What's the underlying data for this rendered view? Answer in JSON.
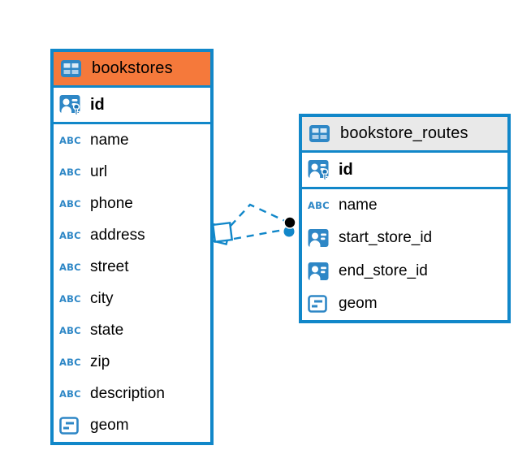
{
  "colors": {
    "accent_blue": "#1187c9",
    "icon_blue": "#2e87c6",
    "header_orange": "#f5793b",
    "header_gray": "#e9e9e9",
    "text": "#000000",
    "relation_dot": "#000000"
  },
  "icons": {
    "text_type_label": "ABC",
    "table_icon": "table-grid",
    "pk_icon": "id-card-with-key",
    "ref_icon": "id-card",
    "geometry_icon": "box-with-dashes"
  },
  "tables": [
    {
      "name": "bookstores",
      "header_style": "orange",
      "pk": {
        "label": "id"
      },
      "columns": [
        {
          "label": "name",
          "type": "text"
        },
        {
          "label": "url",
          "type": "text"
        },
        {
          "label": "phone",
          "type": "text"
        },
        {
          "label": "address",
          "type": "text"
        },
        {
          "label": "street",
          "type": "text"
        },
        {
          "label": "city",
          "type": "text"
        },
        {
          "label": "state",
          "type": "text"
        },
        {
          "label": "zip",
          "type": "text"
        },
        {
          "label": "description",
          "type": "text"
        },
        {
          "label": "geom",
          "type": "geometry"
        }
      ]
    },
    {
      "name": "bookstore_routes",
      "header_style": "gray",
      "pk": {
        "label": "id"
      },
      "columns": [
        {
          "label": "name",
          "type": "text"
        },
        {
          "label": "start_store_id",
          "type": "reference"
        },
        {
          "label": "end_store_id",
          "type": "reference"
        },
        {
          "label": "geom",
          "type": "geometry"
        }
      ]
    }
  ],
  "relations": {
    "from_table": "bookstores",
    "to_table": "bookstore_routes",
    "line_style": "dashed",
    "line_count": 2,
    "source_marker": "diamond",
    "target_marker": "dot"
  }
}
